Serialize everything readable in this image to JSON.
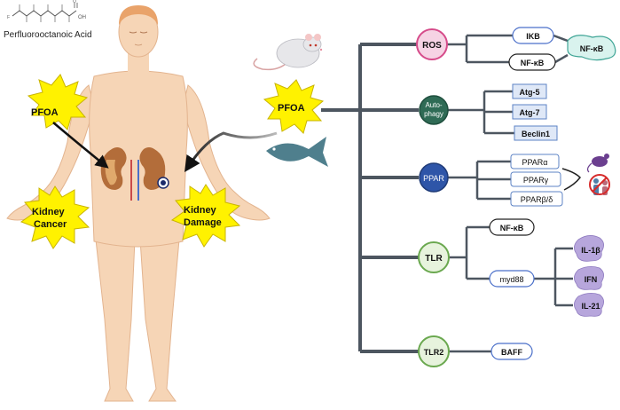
{
  "chemical": {
    "name": "Perfluorooctanoic Acid",
    "atoms": [
      "F",
      "OH",
      "O"
    ]
  },
  "pfoa_labels": {
    "left": "PFOA",
    "center": "PFOA"
  },
  "outcomes": {
    "kidney_cancer_1": "Kidney",
    "kidney_cancer_2": "Cancer",
    "kidney_damage_1": "Kidney",
    "kidney_damage_2": "Damage"
  },
  "pathways": {
    "ros": {
      "label": "ROS",
      "targets": [
        "IKB",
        "NF-κB"
      ],
      "downstream": "NF-κB"
    },
    "autophagy": {
      "label_line1": "Auto-",
      "label_line2": "phagy",
      "targets": [
        "Atg-5",
        "Atg-7",
        "Beclin1"
      ]
    },
    "ppar": {
      "label": "PPAR",
      "targets": [
        "PPARα",
        "PPARγ",
        "PPARβ/δ"
      ]
    },
    "tlr": {
      "label": "TLR",
      "targets": [
        "NF-κB",
        "myd88"
      ],
      "cytokines": [
        "IL-1β",
        "IFN",
        "IL-21"
      ]
    },
    "tlr2": {
      "label": "TLR2",
      "targets": [
        "BAFF"
      ]
    }
  },
  "colors": {
    "skin": "#f6d5b6",
    "skin_outline": "#e3b48f",
    "burst": "#fff200",
    "connector": "#4d5660",
    "ros_node": "#f6d3e4",
    "ros_border": "#d64b8a",
    "autophagy_node": "#2f6b55",
    "ppar_node": "#2e55a8",
    "tlr_node": "#e7f3dd",
    "tlr_border": "#6aa84f",
    "nfkb_shape": "#d9f3ee",
    "nfkb_border": "#3fa596",
    "target_box": "#dfe8f7",
    "target_border": "#5d83c5",
    "cytokine": "#b7a6dc",
    "fish": "#4f7f8d",
    "mouse": "#e7e7ea"
  }
}
